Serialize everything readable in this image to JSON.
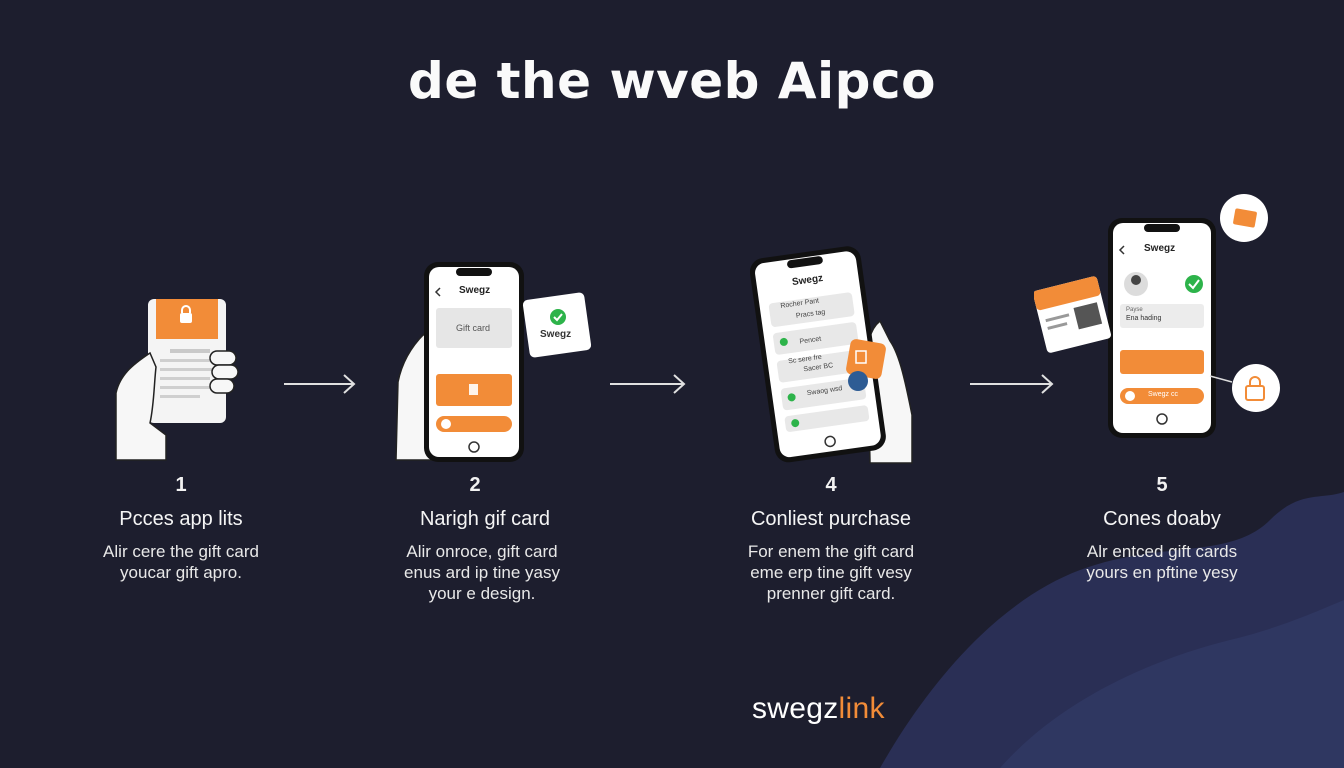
{
  "title": "de the wveb Aipco",
  "colors": {
    "background": "#1d1e2e",
    "accent": "#f28c38",
    "wave": "#2a2f55"
  },
  "steps": [
    {
      "number": "1",
      "heading": "Pcces app lits",
      "desc": [
        "Alir cere the gift card",
        "youcar gift apro."
      ]
    },
    {
      "number": "2",
      "heading": "Narigh gif card",
      "desc": [
        "Alir onroce, gift card",
        "enus ard ip tine yasy",
        "your e design."
      ]
    },
    {
      "number": "4",
      "heading": "Conliest purchase",
      "desc": [
        "For enem the gift card",
        "eme erp tine gift vesy",
        "prenner gift card."
      ]
    },
    {
      "number": "5",
      "heading": "Cones doaby",
      "desc": [
        "Alr entced gift cards",
        "yours en pftine yesy"
      ]
    }
  ],
  "phones": {
    "step2": {
      "app_name": "Swegz",
      "card_label": "Gift card",
      "badge_text": "Swegz"
    },
    "step4": {
      "app_name": "Swegz",
      "rows": [
        "Rocher Pant",
        "Pracs tag",
        "Pencet",
        "Sc sere fre",
        "Sacer BC",
        "Swaog wsd"
      ]
    },
    "step5": {
      "app_name": "Swegz",
      "field_label": "Payse",
      "field_value": "Ena hading",
      "button_label": "Swegz cc"
    }
  },
  "brand": {
    "part1": "swegz",
    "part2": "link"
  }
}
